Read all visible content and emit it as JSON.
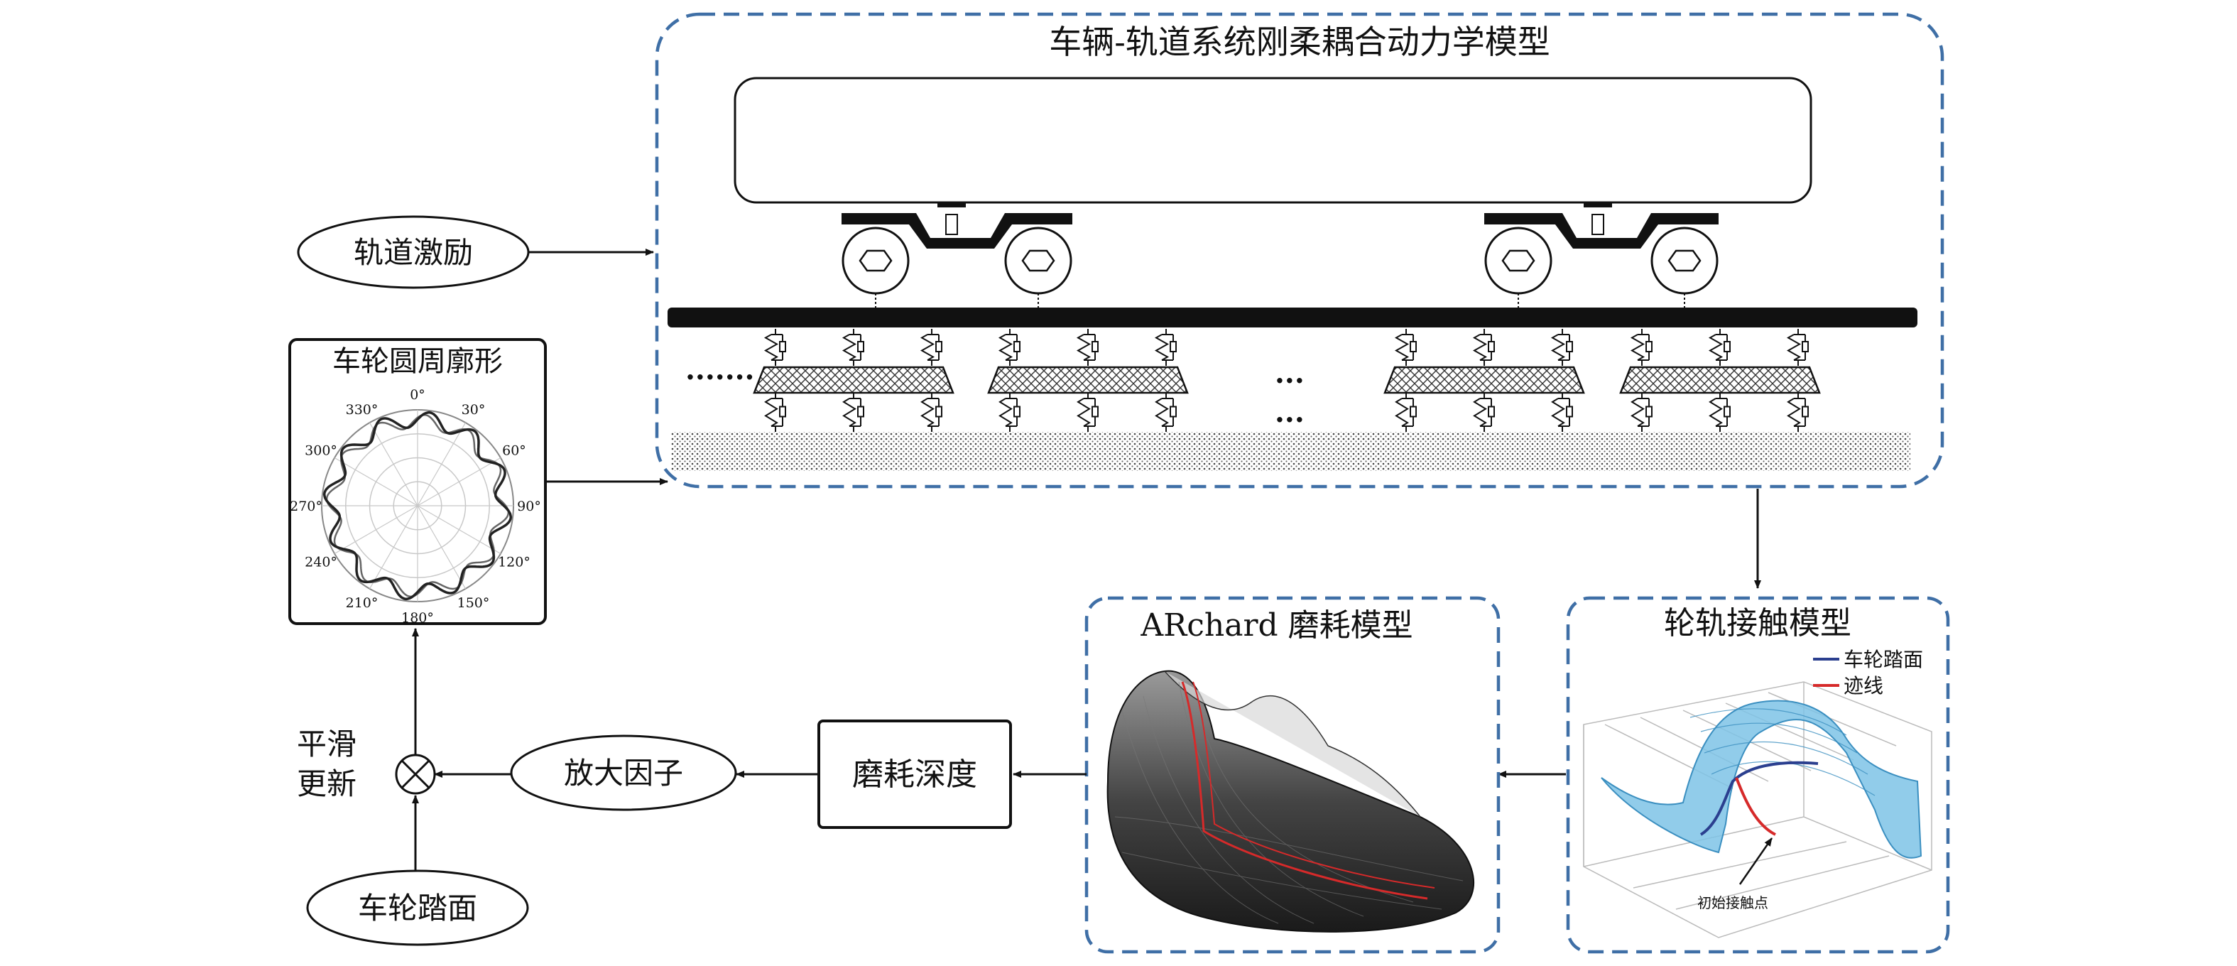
{
  "main_model": {
    "title": "车辆-轨道系统刚柔耦合动力学模型"
  },
  "track_excitation": {
    "label": "轨道激励"
  },
  "wheel_profile": {
    "title": "车轮圆周廓形",
    "angles": [
      "0°",
      "30°",
      "60°",
      "90°",
      "120°",
      "150°",
      "180°",
      "210°",
      "240°",
      "270°",
      "300°",
      "330°"
    ]
  },
  "track_dots": {
    "left": "·······",
    "mid_top": "···",
    "mid_bottom": "···"
  },
  "contact_model": {
    "title": "轮轨接触模型",
    "legend": [
      {
        "label": "车轮踏面",
        "color": "#2b3f8f"
      },
      {
        "label": "迹线",
        "color": "#d62a2a"
      }
    ],
    "annotation": "初始接触点"
  },
  "archard_model": {
    "title": "ARchard 磨耗模型"
  },
  "wear_depth": {
    "label": "磨耗深度"
  },
  "amplify_factor": {
    "label": "放大因子"
  },
  "smooth_update": {
    "line1": "平滑",
    "line2": "更新"
  },
  "wheel_tread": {
    "label": "车轮踏面"
  },
  "colors": {
    "dashed_border": "#3f6fa6",
    "surface_blue": "#7ec3e6",
    "line": "#111111"
  }
}
